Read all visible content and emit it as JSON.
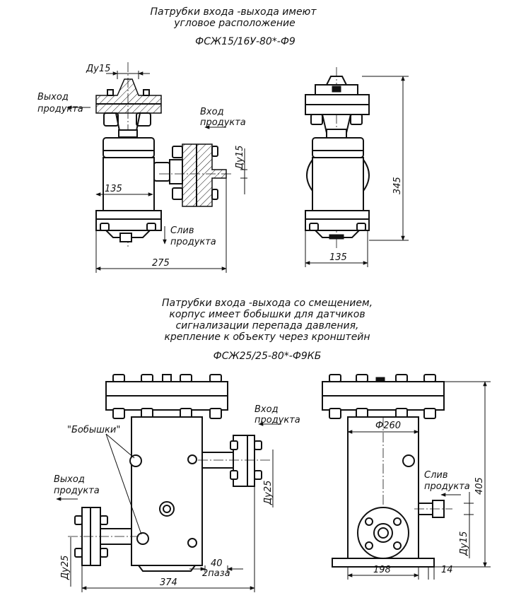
{
  "top": {
    "caption_line1": "Патрубки входа -выхода имеют",
    "caption_line2": "угловое расположение",
    "model": "ФСЖ15/16У-80*-Ф9",
    "label_dn_top": "Ду15",
    "label_outlet_1": "Выход",
    "label_outlet_2": "продукта",
    "label_inlet_1": "Вход",
    "label_inlet_2": "продукта",
    "label_dn_side": "Ду15",
    "label_drain_1": "Слив",
    "label_drain_2": "продукта",
    "dim_left_inner": "135",
    "dim_left_total": "275",
    "dim_right_width": "135",
    "dim_right_height": "345"
  },
  "bottom": {
    "caption_line1": "Патрубки входа -выхода со смещением,",
    "caption_line2": "корпус имеет бобышки для датчиков",
    "caption_line3": "сигнализации перепада давления,",
    "caption_line4": "крепление к объекту через кронштейн",
    "model": "ФСЖ25/25-80*-Ф9КБ",
    "label_bosses": "\"Бобышки\"",
    "label_inlet_1": "Вход",
    "label_inlet_2": "продукта",
    "label_outlet_1": "Выход",
    "label_outlet_2": "продукта",
    "label_dn_inlet": "Ду25",
    "label_dn_outlet": "Ду25",
    "label_drain_1": "Слив",
    "label_drain_2": "продукта",
    "label_dn_drain": "Ду15",
    "dim_diameter": "Ф260",
    "dim_slot_40": "40",
    "dim_slots": "2паза",
    "dim_length": "374",
    "dim_base": "198",
    "dim_14": "14",
    "dim_height": "405"
  }
}
